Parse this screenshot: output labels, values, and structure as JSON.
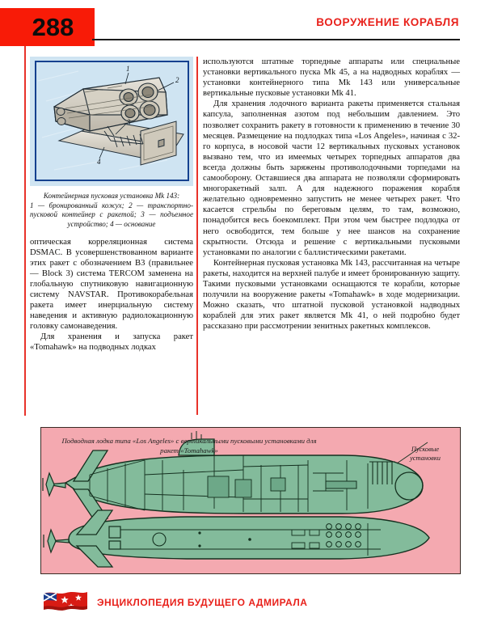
{
  "header": {
    "page_number": "288",
    "section_title": "ВООРУЖЕНИЕ КОРАБЛЯ"
  },
  "left_column": {
    "figure": {
      "caption_title": "Контейнерная пусковая установка Mk 143:",
      "caption_legend": "1 — бронированный кожух; 2 — транспортно-пусковой контейнер с ракетой; 3 — подъемное устройство; 4 — основание",
      "callouts": [
        "1",
        "2",
        "3",
        "4"
      ]
    },
    "paragraphs": [
      "оптическая корреляционная система DSMAC. В усовершенствованном варианте этих ракет с обозначением В3 (правильнее — Block 3) система TERCOM заменена на глобальную спутниковую навигационную систему NAVSTAR. Противокорабельная ракета имеет инерциальную систему наведения и активную радиолокационную головку самонаведения.",
      "Для хранения и запуска ракет «Tomahawk» на подводных лодках"
    ]
  },
  "right_column": {
    "paragraphs": [
      "используются штатные торпедные аппараты или специальные установки вертикального пуска Mk 45, а на надводных кораблях — установки контейнерного типа Mk 143 или универсальные вертикальные пусковые установки Mk 41.",
      "Для хранения лодочного варианта ракеты применяется стальная капсула, заполненная азотом под небольшим давлением. Это позволяет сохранить ракету в готовности к применению в течение 30 месяцев. Размещение на подлодках типа «Los Angeles», начиная с 32-го корпуса, в носовой части 12 вертикальных пусковых установок вызвано тем, что из имеемых четырех торпедных аппаратов два всегда должны быть заряжены противолодочными торпедами на самооборону. Оставшиеся два аппарата не позволяли сформировать многоракетный залп. А для надежного поражения корабля желательно одновременно запустить не менее четырех ракет. Что касается стрельбы по береговым целям, то там, возможно, понадобится весь боекомплект. При этом чем быстрее подлодка от него освободится, тем больше у нее шансов на сохранение скрытности. Отсюда и решение с вертикальными пусковыми установками по аналогии с баллистическими ракетами.",
      "Контейнерная пусковая установка Mk 143, рассчитанная на четыре ракеты, находится на верхней палубе и имеет бронированную защиту. Такими пусковыми установками оснащаются те корабли, которые получили на вооружение ракеты «Tomahawk» в ходе модернизации. Можно сказать, что штатной пусковой установкой надводных кораблей для этих ракет является Mk 41, о ней подробно будет рассказано при рассмотрении зенитных ракетных комплексов."
    ]
  },
  "bottom_figure": {
    "caption": "Подводная лодка типа «Los Angeles» с вертикальными пусковыми установками для ракет «Tomahawk»",
    "launcher_label": "Пусковые установки"
  },
  "footer": {
    "text": "ЭНЦИКЛОПЕДИЯ БУДУЩЕГО АДМИРАЛА",
    "flag_icon": "naval-ensign-flag"
  },
  "colors": {
    "accent_red": "#f81b07",
    "title_red": "#e8211b",
    "figure_top_bg": "#cfe4f2",
    "figure_bottom_bg": "#f4a9b0",
    "submarine_green": "#7fb795"
  }
}
